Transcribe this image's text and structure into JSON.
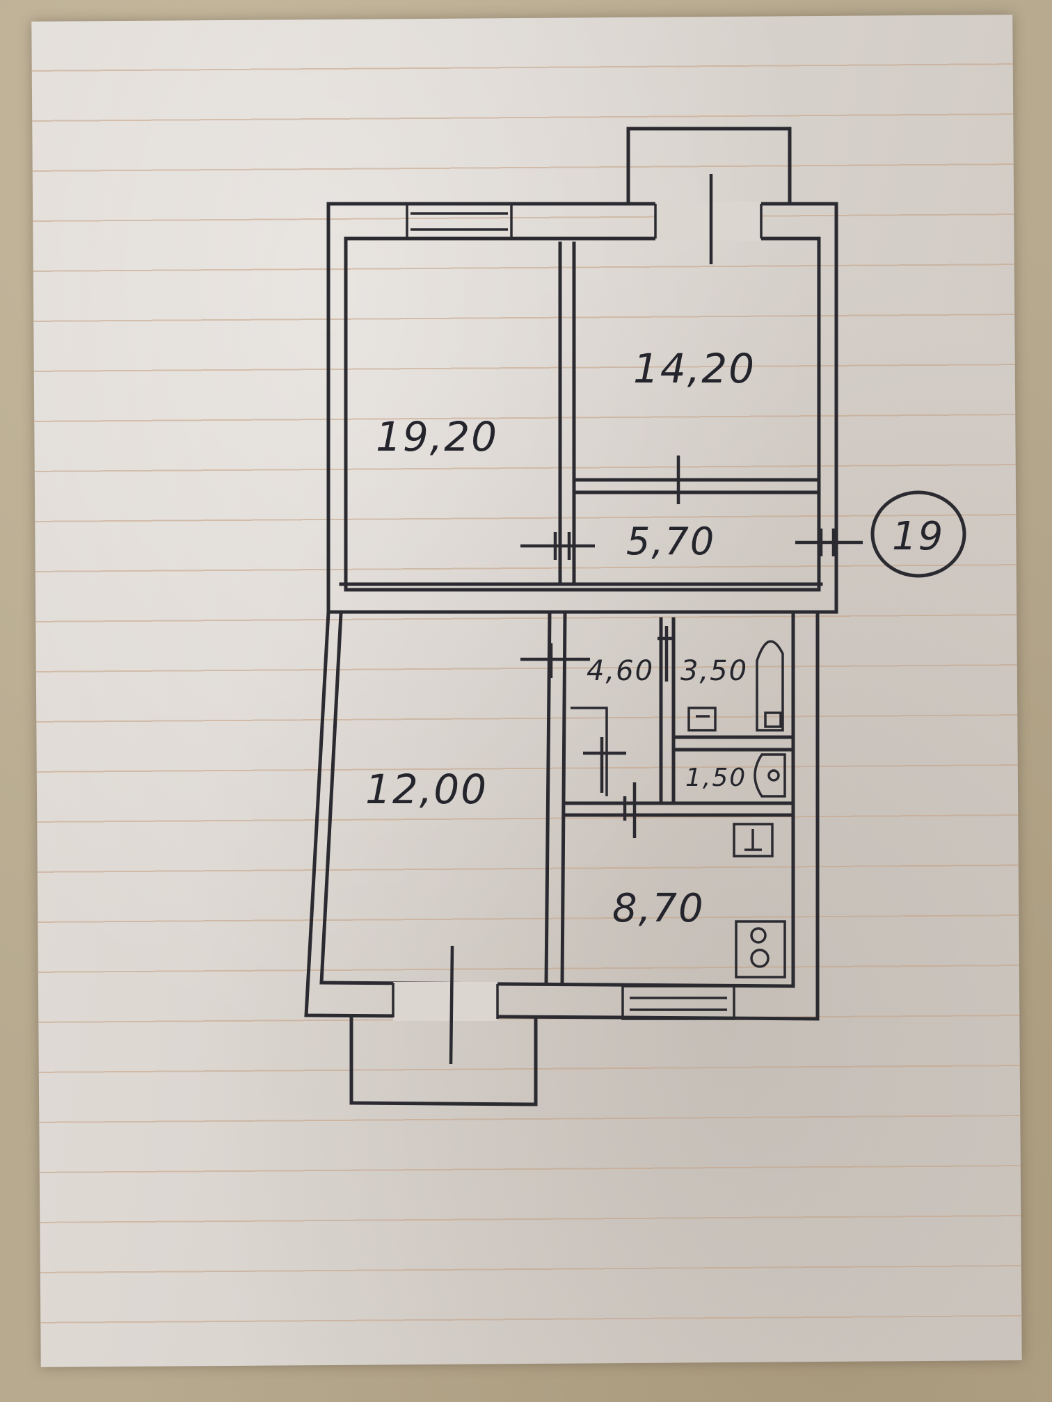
{
  "floor_plan": {
    "apartment_number": "19",
    "rooms": [
      {
        "id": "room-a",
        "area": "19,20"
      },
      {
        "id": "room-b",
        "area": "14,20"
      },
      {
        "id": "corridor",
        "area": "5,70"
      },
      {
        "id": "hall",
        "area": "4,60"
      },
      {
        "id": "toilet",
        "area": "3,50"
      },
      {
        "id": "bathroom",
        "area": "1,50"
      },
      {
        "id": "room-c",
        "area": "12,00"
      },
      {
        "id": "kitchen",
        "area": "8,70"
      }
    ],
    "colors": {
      "ink": "#2a2a30",
      "paper": "#dcd6d0",
      "ruling": "#c4a082",
      "background": "#b7aa8f"
    }
  }
}
